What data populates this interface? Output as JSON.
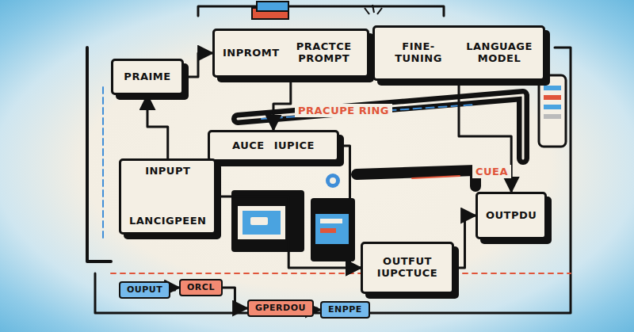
{
  "diagram": {
    "nodes": [
      {
        "text": [
          "PRAIME"
        ]
      },
      {
        "text": [
          "INPROMT",
          "PRACTCE PROMPT"
        ]
      },
      {
        "text": [
          "FINE-TUNING",
          "LANGUAGE MODEL"
        ]
      },
      {
        "text": [
          "AUCE",
          "IUPICE"
        ]
      },
      {
        "text": [
          "INPUPT",
          "LANCIGPEEN"
        ]
      },
      {
        "text": [
          "OUTFUT IUPCTUCE"
        ]
      },
      {
        "text": [
          "OUTPDU"
        ]
      },
      {
        "text": [
          "OUPUT"
        ]
      },
      {
        "text": [
          "ORCL"
        ]
      },
      {
        "text": [
          "GPERDOU"
        ]
      },
      {
        "text": [
          "ENPPE"
        ]
      }
    ],
    "edges": [
      {
        "from": 0,
        "to": 1,
        "arrow": "to"
      },
      {
        "from": 1,
        "to": 2,
        "arrow": "to"
      },
      {
        "from": 1,
        "to": 3,
        "arrow": "to"
      },
      {
        "from": 2,
        "to": 6,
        "arrow": "to"
      },
      {
        "from": 4,
        "to": 0,
        "arrow": "to"
      },
      {
        "from": 4,
        "to": 5,
        "arrow": "to"
      },
      {
        "from": 3,
        "to": 5,
        "arrow": "to"
      },
      {
        "from": 5,
        "to": 6,
        "arrow": "to"
      },
      {
        "from": 7,
        "to": 8,
        "arrow": "to"
      },
      {
        "from": 8,
        "to": 9,
        "arrow": "to"
      },
      {
        "from": 9,
        "to": 10,
        "arrow": "to"
      }
    ],
    "labels": [
      "PRACUPE RING",
      "CUEA"
    ]
  }
}
